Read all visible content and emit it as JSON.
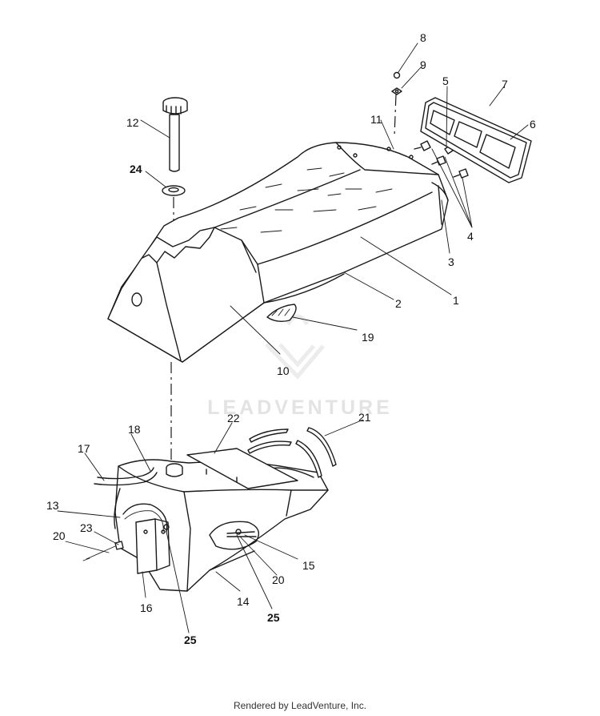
{
  "watermark": {
    "text": "LEADVENTURE"
  },
  "footer": {
    "text": "Rendered by LeadVenture, Inc."
  },
  "callouts": {
    "c1": "1",
    "c2": "2",
    "c3": "3",
    "c4": "4",
    "c5": "5",
    "c6": "6",
    "c7": "7",
    "c8": "8",
    "c9": "9",
    "c10": "10",
    "c11": "11",
    "c12": "12",
    "c13": "13",
    "c14": "14",
    "c15": "15",
    "c16": "16",
    "c17": "17",
    "c18": "18",
    "c19": "19",
    "c20a": "20",
    "c20b": "20",
    "c21": "21",
    "c22": "22",
    "c23": "23",
    "c24": "24",
    "c25a": "25",
    "c25b": "25"
  },
  "colors": {
    "line": "#1a1a1a",
    "watermark": "#e3e3e3",
    "background": "#ffffff"
  }
}
